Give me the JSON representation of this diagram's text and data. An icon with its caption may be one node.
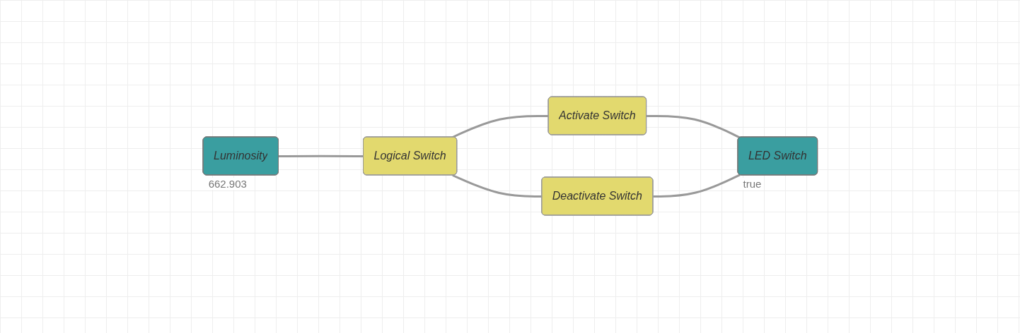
{
  "diagram": {
    "nodes": [
      {
        "text": [
          "Luminosity"
        ],
        "beside": [
          "662.903"
        ]
      },
      {
        "text": [
          "Logical Switch"
        ]
      },
      {
        "text": [
          "Activate Switch"
        ]
      },
      {
        "text": [
          "Deactivate Switch"
        ]
      },
      {
        "text": [
          "LED Switch"
        ],
        "beside": [
          "true"
        ]
      }
    ],
    "edges": [
      {
        "from": 0,
        "to": 1,
        "arrow": "none"
      },
      {
        "from": 1,
        "to": 2,
        "arrow": "none"
      },
      {
        "from": 1,
        "to": 3,
        "arrow": "none"
      },
      {
        "from": 2,
        "to": 4,
        "arrow": "none"
      },
      {
        "from": 3,
        "to": 4,
        "arrow": "none"
      }
    ]
  }
}
